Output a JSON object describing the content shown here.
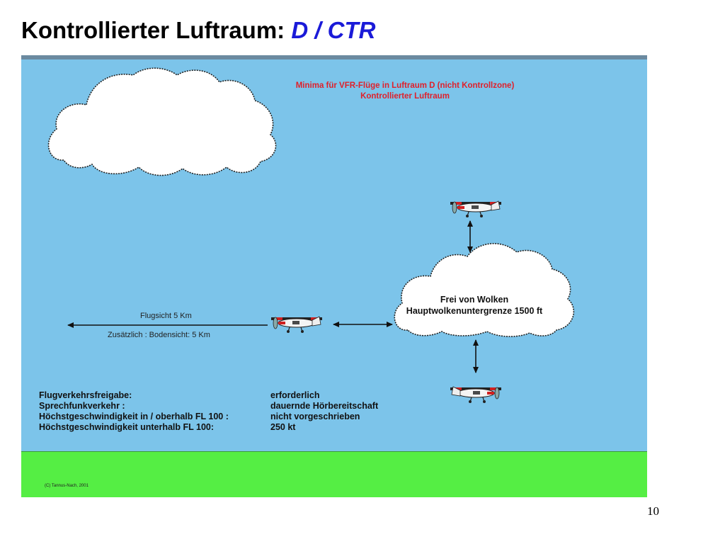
{
  "slide": {
    "title_main": "Kontrollierter Luftraum:",
    "title_accent": "D / CTR",
    "page_number": "10"
  },
  "figure": {
    "heading_line1": "Minima  für VFR-Flüge in Luftraum  D (nicht Kontrollzone)",
    "heading_line2": "Kontrollierter Luftraum",
    "cloud_line1": "Frei von Wolken",
    "cloud_line2": "Hauptwolkenuntergrenze 1500 ft",
    "flight_visibility": "Flugsicht 5 Km",
    "ground_visibility": "Zusätzlich : Bodensicht: 5 Km",
    "rules": [
      {
        "label": "Flugverkehrsfreigabe:",
        "value": "erforderlich"
      },
      {
        "label": "Sprechfunkverkehr :",
        "value": "dauernde Hörbereitschaft"
      },
      {
        "label": "Höchstgeschwindigkeit in / oberhalb FL 100 :",
        "value": "nicht vorgeschrieben"
      },
      {
        "label": "Höchstgeschwindigkeit unterhalb FL 100:",
        "value": "250 kt"
      }
    ],
    "credit": "(C) Tannus-Nach, 2001",
    "colors": {
      "sky": "#7cc4ea",
      "ground": "#55ee44",
      "heading": "#e0202a",
      "accent": "#1a1ad8"
    },
    "icons": [
      "cloud-large",
      "cloud-small",
      "airplane",
      "double-arrow",
      "left-arrow"
    ]
  }
}
